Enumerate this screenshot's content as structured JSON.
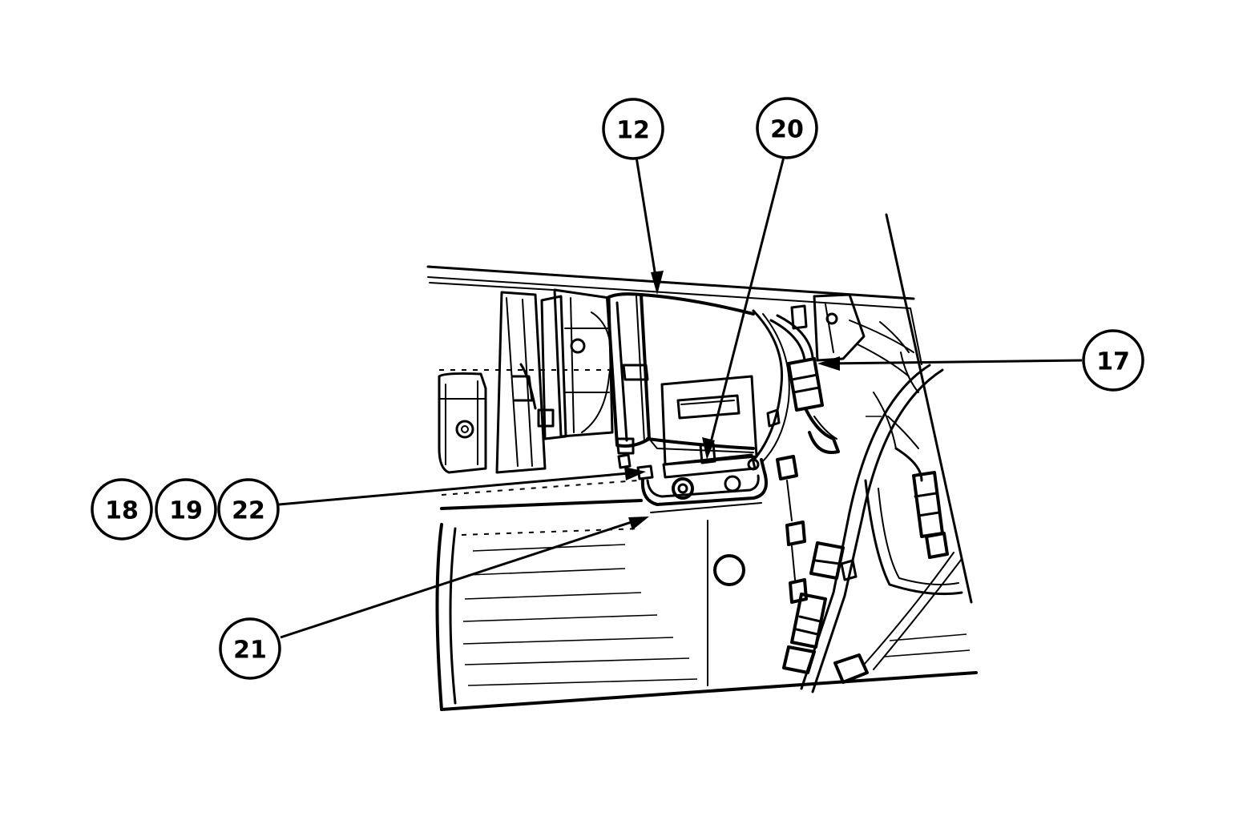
{
  "figure": {
    "callouts": [
      {
        "id": "c12",
        "label": "12"
      },
      {
        "id": "c20",
        "label": "20"
      },
      {
        "id": "c17",
        "label": "17"
      },
      {
        "id": "c18",
        "label": "18"
      },
      {
        "id": "c19",
        "label": "19"
      },
      {
        "id": "c22",
        "label": "22"
      },
      {
        "id": "c21",
        "label": "21"
      }
    ]
  }
}
